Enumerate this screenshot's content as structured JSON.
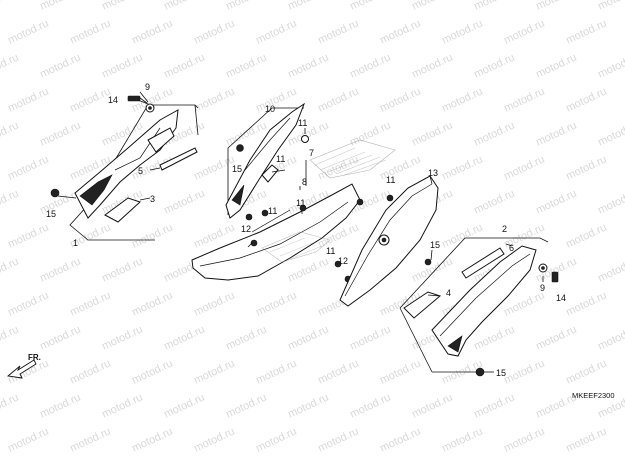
{
  "watermark": {
    "text": "motod.ru"
  },
  "diagram_code": "MKEEF2300",
  "direction_label": "FR.",
  "callouts": {
    "c1": "1",
    "c2": "2",
    "c3": "3",
    "c4": "4",
    "c5": "5",
    "c6": "6",
    "c7": "7",
    "c8": "8",
    "c9a": "9",
    "c9b": "9",
    "c10": "10",
    "c11a": "11",
    "c11b": "11",
    "c11c": "11",
    "c11d": "11",
    "c11e": "11",
    "c11f": "11",
    "c12a": "12",
    "c12b": "12",
    "c13": "13",
    "c14a": "14",
    "c14b": "14",
    "c15a": "15",
    "c15b": "15",
    "c15c": "15",
    "c15d": "15"
  }
}
